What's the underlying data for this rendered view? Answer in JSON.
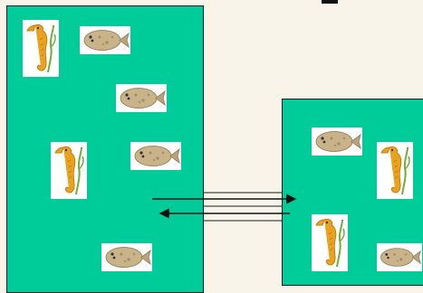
{
  "diagram": {
    "colors": {
      "background": "#f8f4e9",
      "water": "#00cc99",
      "outline": "#1a1a1a",
      "card": "#ffffff",
      "seahorse": "#e8a21e",
      "flounder": "#c9b48a",
      "seaweed": "#6fae3a"
    },
    "habitats": [
      {
        "name": "left-tank",
        "seahorses": 2,
        "flounders": 4
      },
      {
        "name": "right-tank",
        "seahorses": 2,
        "flounders": 2
      }
    ],
    "exchange": {
      "arrows": [
        "left-to-right",
        "right-to-left"
      ],
      "icons": [
        "seahorse-icon",
        "flounder-icon"
      ]
    }
  }
}
